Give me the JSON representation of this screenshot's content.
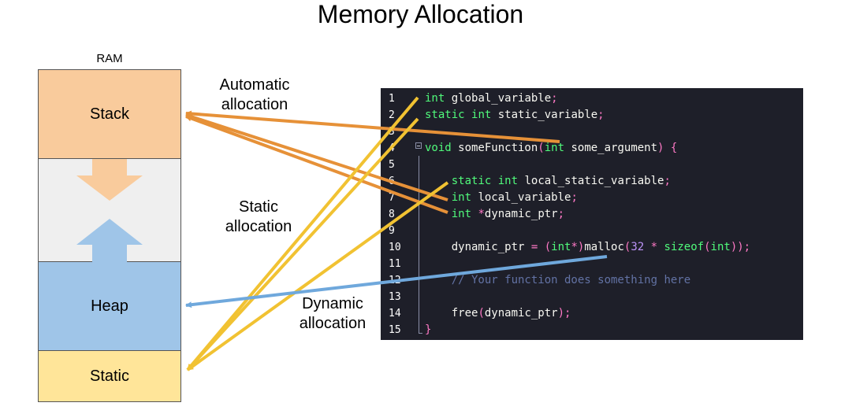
{
  "title": "Memory Allocation",
  "ram": {
    "label": "RAM",
    "segments": {
      "stack": "Stack",
      "heap": "Heap",
      "static": "Static"
    }
  },
  "labels": {
    "automatic": "Automatic allocation",
    "static": "Static allocation",
    "dynamic": "Dynamic allocation"
  },
  "colors": {
    "stack": "#f9cb9c",
    "free": "#efefef",
    "heap": "#9fc5e8",
    "static": "#ffe599",
    "automatic_arrow": "#e69138",
    "static_arrow": "#f1c232",
    "dynamic_arrow": "#6fa8dc",
    "code_background": "#1e1f29"
  },
  "code": {
    "lines": [
      {
        "n": "1",
        "tokens": [
          [
            "kw",
            "int"
          ],
          [
            "id",
            " global_variable"
          ],
          [
            "pn",
            ";"
          ]
        ]
      },
      {
        "n": "2",
        "tokens": [
          [
            "kw",
            "static"
          ],
          [
            "id",
            " "
          ],
          [
            "kw",
            "int"
          ],
          [
            "id",
            " static_variable"
          ],
          [
            "pn",
            ";"
          ]
        ]
      },
      {
        "n": "3",
        "tokens": []
      },
      {
        "n": "4",
        "tokens": [
          [
            "kw",
            "void"
          ],
          [
            "fn",
            " someFunction"
          ],
          [
            "pn",
            "("
          ],
          [
            "kw",
            "int"
          ],
          [
            "id",
            " some_argument"
          ],
          [
            "pn",
            ")"
          ],
          [
            "id",
            " "
          ],
          [
            "pn",
            "{"
          ]
        ]
      },
      {
        "n": "5",
        "tokens": []
      },
      {
        "n": "6",
        "tokens": [
          [
            "id",
            "    "
          ],
          [
            "kw",
            "static"
          ],
          [
            "id",
            " "
          ],
          [
            "kw",
            "int"
          ],
          [
            "id",
            " local_static_variable"
          ],
          [
            "pn",
            ";"
          ]
        ]
      },
      {
        "n": "7",
        "tokens": [
          [
            "id",
            "    "
          ],
          [
            "kw",
            "int"
          ],
          [
            "id",
            " local_variable"
          ],
          [
            "pn",
            ";"
          ]
        ]
      },
      {
        "n": "8",
        "tokens": [
          [
            "id",
            "    "
          ],
          [
            "kw",
            "int"
          ],
          [
            "id",
            " "
          ],
          [
            "pn",
            "*"
          ],
          [
            "id",
            "dynamic_ptr"
          ],
          [
            "pn",
            ";"
          ]
        ]
      },
      {
        "n": "9",
        "tokens": []
      },
      {
        "n": "10",
        "tokens": [
          [
            "id",
            "    dynamic_ptr "
          ],
          [
            "pn",
            "="
          ],
          [
            "id",
            " "
          ],
          [
            "pn",
            "("
          ],
          [
            "kw",
            "int"
          ],
          [
            "pn",
            "*)"
          ],
          [
            "fn",
            "malloc"
          ],
          [
            "pn",
            "("
          ],
          [
            "nm",
            "32"
          ],
          [
            "id",
            " "
          ],
          [
            "pn",
            "*"
          ],
          [
            "id",
            " "
          ],
          [
            "kw",
            "sizeof"
          ],
          [
            "pn",
            "("
          ],
          [
            "kw",
            "int"
          ],
          [
            "pn",
            "));"
          ]
        ]
      },
      {
        "n": "11",
        "tokens": []
      },
      {
        "n": "12",
        "tokens": [
          [
            "id",
            "    "
          ],
          [
            "cm",
            "// Your function does something here"
          ]
        ]
      },
      {
        "n": "13",
        "tokens": []
      },
      {
        "n": "14",
        "tokens": [
          [
            "id",
            "    "
          ],
          [
            "fn",
            "free"
          ],
          [
            "pn",
            "("
          ],
          [
            "id",
            "dynamic_ptr"
          ],
          [
            "pn",
            ");"
          ]
        ]
      },
      {
        "n": "15",
        "tokens": [
          [
            "pn",
            "}"
          ]
        ]
      }
    ]
  }
}
